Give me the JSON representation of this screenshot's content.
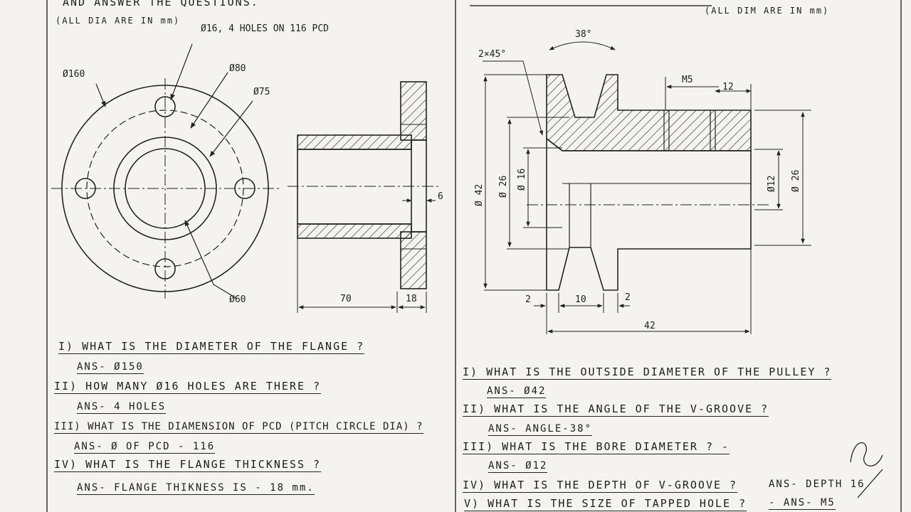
{
  "left": {
    "heading": "AND ANSWER THE QUESTIONS.",
    "note": "(ALL DIA ARE IN mm)",
    "labels": {
      "holes": "Ø16, 4 HOLES ON 116 PCD",
      "d160": "Ø160",
      "d80": "Ø80",
      "d75": "Ø75",
      "d60": "Ø60",
      "t6": "6",
      "l70": "70",
      "l18": "18"
    },
    "qa": [
      {
        "q": "I) WHAT IS THE DIAMETER OF THE FLANGE ?",
        "a": "ANS- Ø150"
      },
      {
        "q": "II) HOW MANY Ø16 HOLES ARE THERE ?",
        "a": "ANS- 4 HOLES"
      },
      {
        "q": "III) WHAT IS THE DIAMENSION OF PCD (PITCH CIRCLE DIA) ?",
        "a": "ANS- Ø OF PCD - 116"
      },
      {
        "q": "IV) WHAT IS THE FLANGE THICKNESS ?",
        "a": "ANS- FLANGE THIKNESS IS - 18 mm."
      }
    ]
  },
  "right": {
    "note": "(ALL DIM ARE IN mm)",
    "labels": {
      "angle": "38°",
      "chamfer": "2×45°",
      "m5": "M5",
      "l12": "12",
      "d42": "Ø 42",
      "d26": "Ø 26",
      "d16": "Ø 16",
      "d12": "Ø12",
      "d26b": "Ø 26",
      "w2a": "2",
      "w10": "10",
      "w2b": "2",
      "l42": "42"
    },
    "qa": [
      {
        "q": "I) WHAT IS THE OUTSIDE DIAMETER OF THE PULLEY ?",
        "a": "ANS- Ø42"
      },
      {
        "q": "II) WHAT IS THE ANGLE OF THE V-GROOVE ?",
        "a": "ANS- ANGLE-38°"
      },
      {
        "q": "III) WHAT IS THE BORE DIAMETER ? -",
        "a": "ANS- Ø12"
      },
      {
        "q": "IV) WHAT IS THE DEPTH OF V-GROOVE ?",
        "a": "ANS- DEPTH 16"
      },
      {
        "q": "V) WHAT IS THE SIZE OF TAPPED HOLE ?",
        "a": "- ANS- M5"
      }
    ]
  },
  "colors": {
    "paper": "#f4f3ef",
    "ink": "#1d1d1d"
  }
}
